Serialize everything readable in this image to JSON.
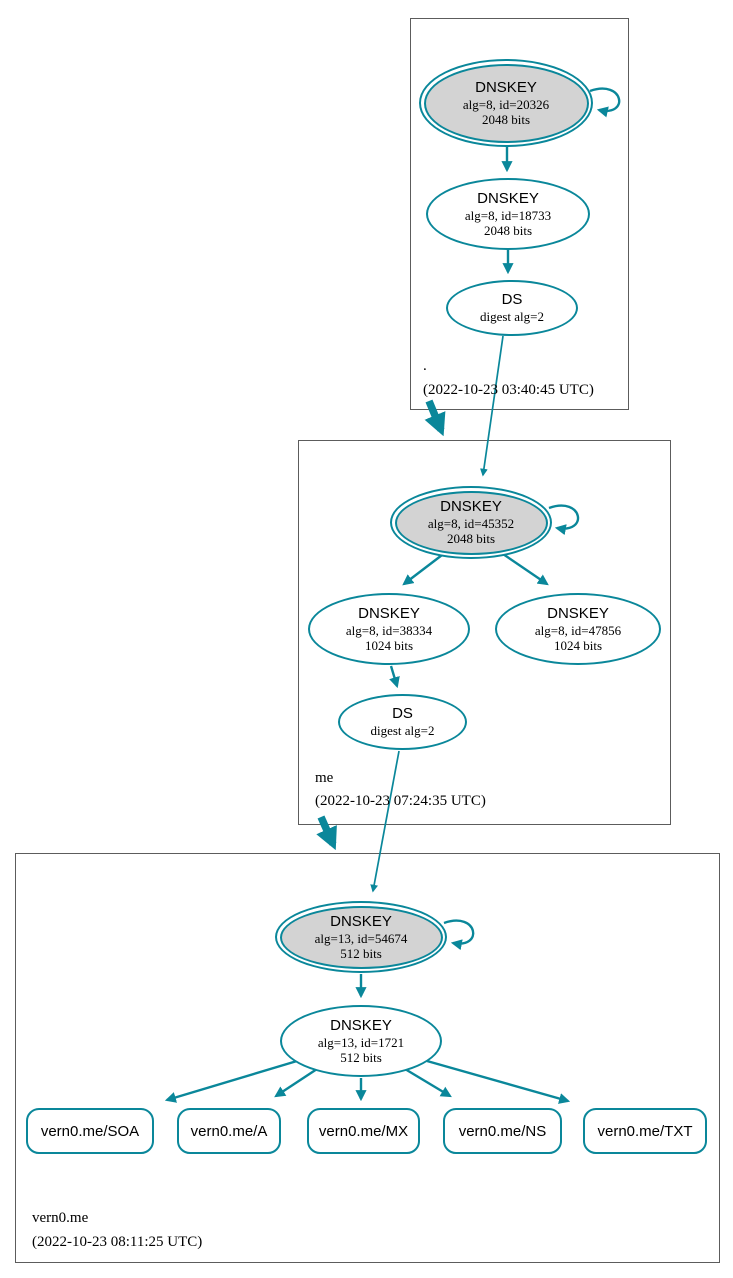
{
  "diagram_type": "dnssec-authentication-chain",
  "colors": {
    "edge": "#0a879a",
    "node_border": "#0a879a",
    "ksk_fill": "#d3d3d3",
    "node_fill": "#ffffff",
    "zone_box_border": "#5c5c5c"
  },
  "zones": [
    {
      "name": ".",
      "timestamp": "(2022-10-23 03:40:45 UTC)",
      "ksk": {
        "type": "DNSKEY",
        "detail": "alg=8, id=20326",
        "bits": "2048 bits"
      },
      "zsk": {
        "type": "DNSKEY",
        "detail": "alg=8, id=18733",
        "bits": "2048 bits"
      },
      "ds": {
        "type": "DS",
        "detail": "digest alg=2"
      }
    },
    {
      "name": "me",
      "timestamp": "(2022-10-23 07:24:35 UTC)",
      "ksk": {
        "type": "DNSKEY",
        "detail": "alg=8, id=45352",
        "bits": "2048 bits"
      },
      "zsk": {
        "type": "DNSKEY",
        "detail": "alg=8, id=38334",
        "bits": "1024 bits"
      },
      "zsk2": {
        "type": "DNSKEY",
        "detail": "alg=8, id=47856",
        "bits": "1024 bits"
      },
      "ds": {
        "type": "DS",
        "detail": "digest alg=2"
      }
    },
    {
      "name": "vern0.me",
      "timestamp": "(2022-10-23 08:11:25 UTC)",
      "ksk": {
        "type": "DNSKEY",
        "detail": "alg=13, id=54674",
        "bits": "512 bits"
      },
      "zsk": {
        "type": "DNSKEY",
        "detail": "alg=13, id=1721",
        "bits": "512 bits"
      },
      "rrsets": [
        {
          "label": "vern0.me/SOA"
        },
        {
          "label": "vern0.me/A"
        },
        {
          "label": "vern0.me/MX"
        },
        {
          "label": "vern0.me/NS"
        },
        {
          "label": "vern0.me/TXT"
        }
      ]
    }
  ]
}
